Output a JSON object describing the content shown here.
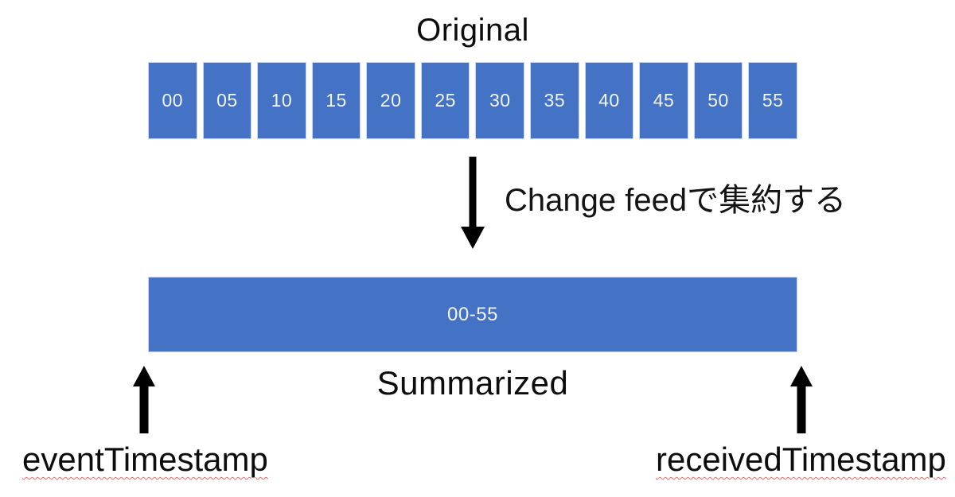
{
  "colors": {
    "background": "#ffffff",
    "box_fill": "#4472C4",
    "box_border": "#c9d6ef",
    "box_text": "#f2f5fb",
    "arrow": "#000000",
    "text": "#0d0d0d",
    "squiggle": "#e57070"
  },
  "original": {
    "title": "Original",
    "segments": [
      "00",
      "05",
      "10",
      "15",
      "20",
      "25",
      "30",
      "35",
      "40",
      "45",
      "50",
      "55"
    ]
  },
  "transform": {
    "label": "Change feedで集約する"
  },
  "summarized": {
    "title": "Summarized",
    "segment": "00-55"
  },
  "annotations": {
    "left": "eventTimestamp",
    "right": "receivedTimestamp"
  }
}
